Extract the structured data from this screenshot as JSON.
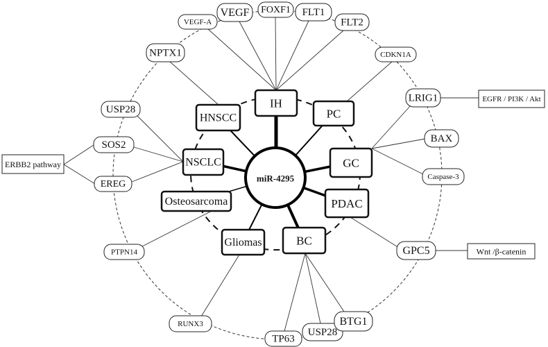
{
  "center": {
    "label": "miR-4295"
  },
  "diseases": {
    "ih": "IH",
    "pc": "PC",
    "gc": "GC",
    "pdac": "PDAC",
    "bc": "BC",
    "gliomas": "Gliomas",
    "osteosarcoma": "Osteosarcoma",
    "nsclc": "NSCLC",
    "hnscc": "HNSCC"
  },
  "targets": {
    "vegf_a": "VEGF-A",
    "vegf": "VEGF",
    "foxf1": "FOXF1",
    "flt1": "FLT1",
    "flt2": "FLT2",
    "nptx1": "NPTX1",
    "cdkn1a": "CDKN1A",
    "usp28_left": "USP28",
    "sos2": "SOS2",
    "ereg": "EREG",
    "lrig1": "LRIG1",
    "bax": "BAX",
    "caspase3": "Caspase-3",
    "gpc5": "GPC5",
    "ptpn14": "PTPN14",
    "runx3": "RUNX3",
    "tp63": "TP63",
    "usp28_bottom": "USP28",
    "btg1": "BTG1"
  },
  "pathways": {
    "egfr_pi3k_akt": "EGFR / PI3K / Akt",
    "wnt_beta_catenin": "Wnt /β-catenin",
    "erbb2": "ERBB2 pathway"
  }
}
